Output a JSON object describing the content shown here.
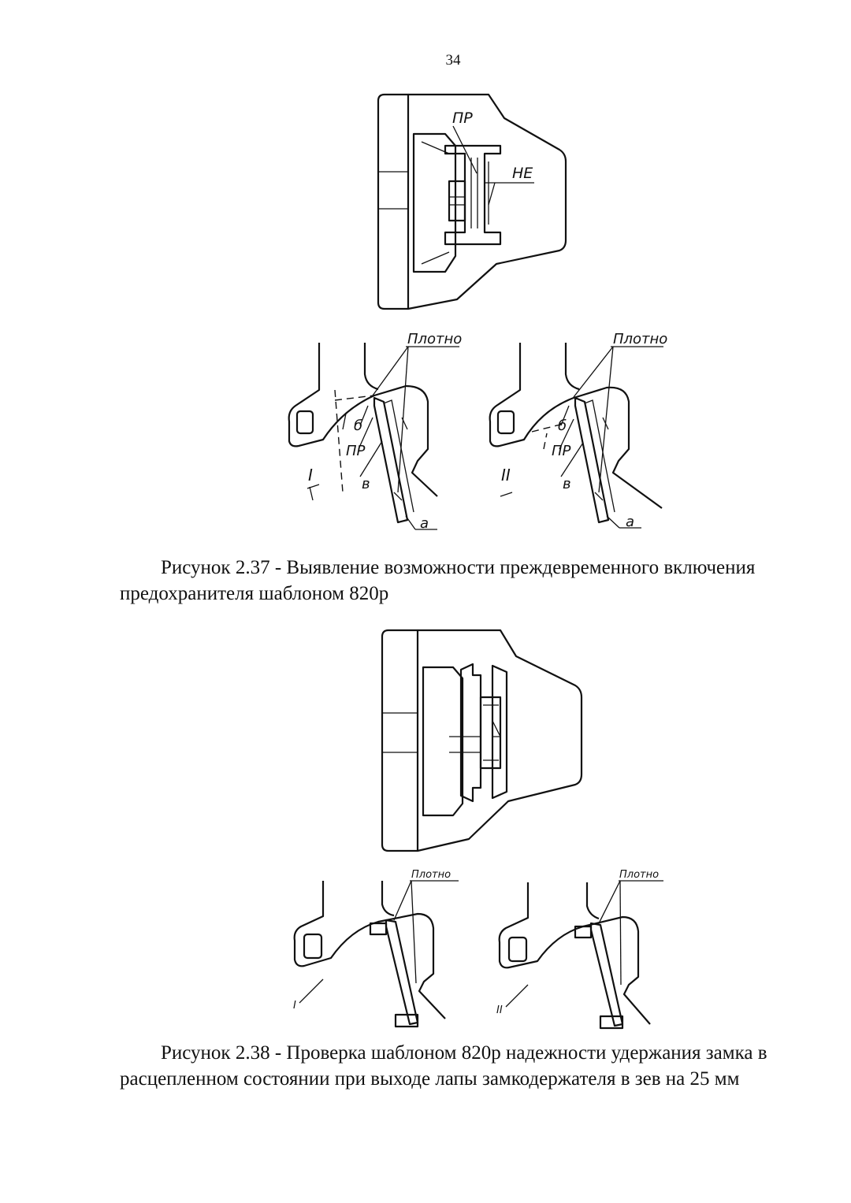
{
  "page": {
    "number": "34"
  },
  "figure_37": {
    "top_labels": {
      "pr": "ПР",
      "ne": "НЕ"
    },
    "left_detail": {
      "plotno": "Плотно",
      "b": "б",
      "pr": "ПР",
      "v": "в",
      "a": "а",
      "roman": "I"
    },
    "right_detail": {
      "plotno": "Плотно",
      "b": "б",
      "pr": "ПР",
      "v": "в",
      "a": "а",
      "roman": "II"
    },
    "caption_line1": "Рисунок 2.37 - Выявление возможности преждевременного включения",
    "caption_line2": "предохранителя шаблоном 820р"
  },
  "figure_38": {
    "left_detail": {
      "plotno": "Плотно",
      "roman": "I"
    },
    "right_detail": {
      "plotno": "Плотно",
      "roman": "II"
    },
    "caption_line1": "Рисунок 2.38 - Проверка шаблоном 820р надежности удержания замка в",
    "caption_line2": "расцепленном состоянии при выходе лапы замкодержателя в зев на 25 мм"
  }
}
